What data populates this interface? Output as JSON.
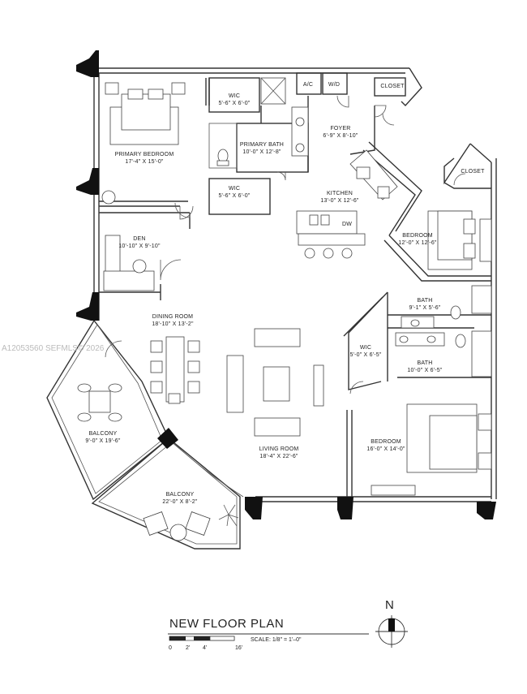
{
  "plan_title": "NEW FLOOR PLAN",
  "scale_text": "SCALE: 1/8\" = 1'–0\"",
  "scale_ticks": [
    "0",
    "2'",
    "4'",
    "16'"
  ],
  "north_label": "N",
  "watermark": "A12053560  SEFMLS© 2026",
  "rooms": {
    "primary_bedroom": {
      "name": "PRIMARY BEDROOM",
      "dims": "17'-4\" X 15'-0\""
    },
    "wic_1": {
      "name": "WIC",
      "dims": "5'-6\" X 6'-0\""
    },
    "wic_2": {
      "name": "WIC",
      "dims": "5'-6\" X 6'-0\""
    },
    "primary_bath": {
      "name": "PRIMARY BATH",
      "dims": "10'-0\" X 12'-8\""
    },
    "ac": {
      "name": "A/C"
    },
    "wd": {
      "name": "W/D"
    },
    "closet_1": {
      "name": "CLOSET"
    },
    "foyer": {
      "name": "FOYER",
      "dims": "6'-9\" X 8'-10\""
    },
    "kitchen": {
      "name": "KITCHEN",
      "dims": "13'-0\" X 12'-6\""
    },
    "dw": {
      "name": "DW"
    },
    "closet_2": {
      "name": "CLOSET"
    },
    "bedroom_1": {
      "name": "BEDROOM",
      "dims": "12'-0\" X 12'-6\""
    },
    "den": {
      "name": "DEN",
      "dims": "10'-10\" X 9'-10\""
    },
    "bath_1": {
      "name": "BATH",
      "dims": "9'-1\" X 5'-6\""
    },
    "wic_3": {
      "name": "WIC",
      "dims": "5'-0\" X 6'-5\""
    },
    "bath_2": {
      "name": "BATH",
      "dims": "10'-0\" X 6'-5\""
    },
    "dining": {
      "name": "DINING ROOM",
      "dims": "18'-10\" X 13'-2\""
    },
    "balcony_1": {
      "name": "BALCONY",
      "dims": "9'-0\" X 19'-6\""
    },
    "balcony_2": {
      "name": "BALCONY",
      "dims": "22'-0\" X 8'-2\""
    },
    "living": {
      "name": "LIVING ROOM",
      "dims": "18'-4\" X 22'-6\""
    },
    "bedroom_2": {
      "name": "BEDROOM",
      "dims": "16'-0\" X 14'-0\""
    }
  },
  "icons": [
    "north-arrow-icon",
    "scale-bar-icon"
  ]
}
